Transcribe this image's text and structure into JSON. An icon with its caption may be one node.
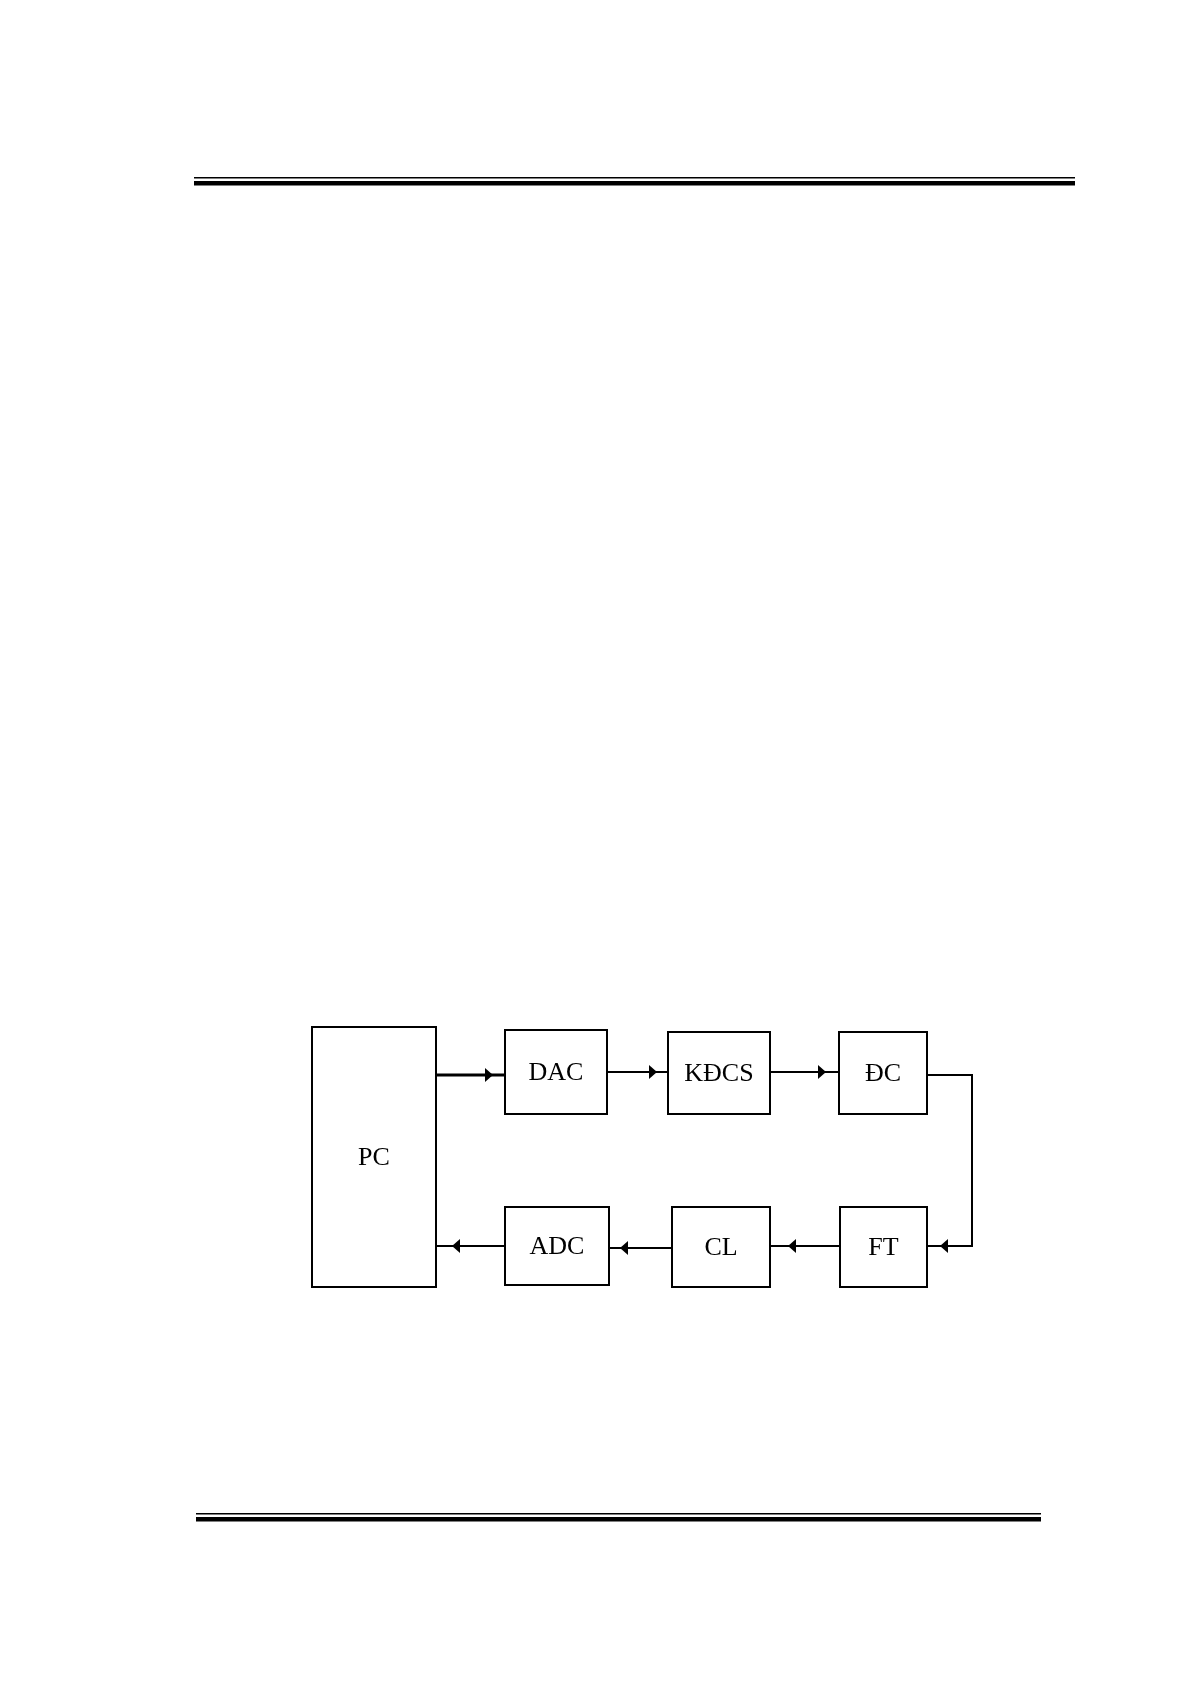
{
  "diagram": {
    "nodes": [
      {
        "text": [
          "PC"
        ]
      },
      {
        "text": [
          "DAC"
        ]
      },
      {
        "text": [
          "KĐCS"
        ]
      },
      {
        "text": [
          "ĐC"
        ]
      },
      {
        "text": [
          "ADC"
        ]
      },
      {
        "text": [
          "CL"
        ]
      },
      {
        "text": [
          "FT"
        ]
      }
    ],
    "edges": [
      {
        "from": 0,
        "to": 1,
        "arrow": "to"
      },
      {
        "from": 1,
        "to": 2,
        "arrow": "to"
      },
      {
        "from": 2,
        "to": 3,
        "arrow": "to"
      },
      {
        "from": 3,
        "to": 6,
        "arrow": "to"
      },
      {
        "from": 6,
        "to": 5,
        "arrow": "to"
      },
      {
        "from": 5,
        "to": 4,
        "arrow": "to"
      },
      {
        "from": 4,
        "to": 0,
        "arrow": "to"
      }
    ]
  }
}
